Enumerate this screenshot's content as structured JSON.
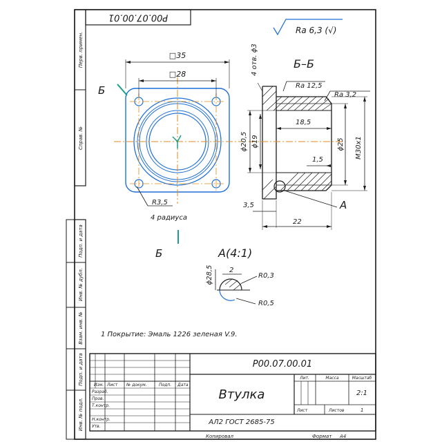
{
  "drawing": {
    "code_top": "Р00.07.00.01",
    "code_main": "Р00.07.00.01",
    "title": "Втулка",
    "material": "АЛ2 ГОСТ 2685-75",
    "roughness_general": "Ra 6,3 (√)",
    "note": "1 Покрытие: Эмаль 1226 зеленая V.9.",
    "copied": "Копировал",
    "format": "Формат",
    "format_value": "А4"
  },
  "dimensions": {
    "square_outer": "□35",
    "square_inner": "□28",
    "holes": "4 отв. ϕ3",
    "radius": "R3,5",
    "radius_note": "4 радиуса",
    "section_label": "Б–Б",
    "section_mark": "Б",
    "ra_12_5": "Ra 12,5",
    "ra_3_2": "Ra 3,2",
    "d_18_5": "18,5",
    "d_20_5": "ϕ20,5",
    "d_19": "ϕ19",
    "d_25": "ϕ25",
    "thread": "М30х1",
    "d_1_5": "1,5",
    "d_3_5": "3,5",
    "d_22": "22",
    "detail_ref": "А",
    "detail_title": "А(4:1)",
    "d_28_5": "ϕ28,5",
    "d_2": "2",
    "r_0_3": "R0,3",
    "r_0_5": "R0,5"
  },
  "side_labels": [
    "Перв. примен.",
    "Справ. №",
    "Подп. и дата",
    "Инв. № дубл.",
    "Взам. инв. №",
    "Подп. и дата",
    "Инв. № подл."
  ],
  "title_block": {
    "headers": [
      "Изм.",
      "Лист",
      "№ докум.",
      "Подп.",
      "Дата"
    ],
    "roles": [
      "Разраб.",
      "Пров.",
      "Т.контр.",
      "",
      "Н.контр.",
      "Утв."
    ],
    "lit": "Лит.",
    "mass": "Масса",
    "scale": "Масштаб",
    "scale_value": "2:1",
    "sheet": "Лист",
    "sheets": "Листов",
    "sheets_value": "1"
  },
  "colors": {
    "outline": "#1a1a1a",
    "detail_lines": "#1f6fd6",
    "axis_lines": "#e08a1e",
    "cut_marks": "#1a9e8a"
  }
}
